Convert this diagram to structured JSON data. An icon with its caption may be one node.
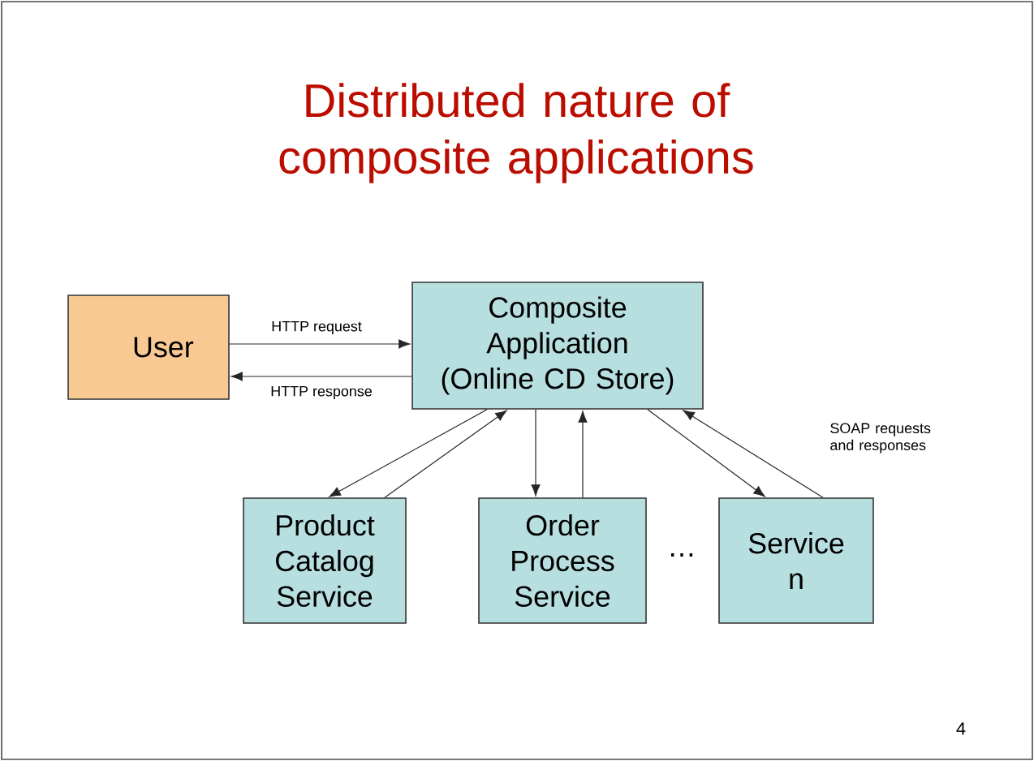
{
  "diagram": {
    "title": "Distributed nature of composite applications",
    "nodes": [
      {
        "text": [
          "User"
        ]
      },
      {
        "text": [
          "Composite Application (Online CD Store)"
        ]
      },
      {
        "text": [
          "Product Catalog Service"
        ]
      },
      {
        "text": [
          "Order Process Service"
        ]
      },
      {
        "text": [
          "Service n"
        ]
      }
    ],
    "edges": [
      {
        "from": 0,
        "to": 1,
        "arrow": "to",
        "label": "HTTP request"
      },
      {
        "from": 1,
        "to": 0,
        "arrow": "to",
        "label": "HTTP response"
      },
      {
        "from": 1,
        "to": 2,
        "arrow": "to"
      },
      {
        "from": 2,
        "to": 1,
        "arrow": "to"
      },
      {
        "from": 1,
        "to": 3,
        "arrow": "to"
      },
      {
        "from": 3,
        "to": 1,
        "arrow": "to"
      },
      {
        "from": 1,
        "to": 4,
        "arrow": "to"
      },
      {
        "from": 4,
        "to": 1,
        "arrow": "to",
        "label": "SOAP requests and responses"
      }
    ],
    "labels": [
      "…",
      "4"
    ]
  }
}
